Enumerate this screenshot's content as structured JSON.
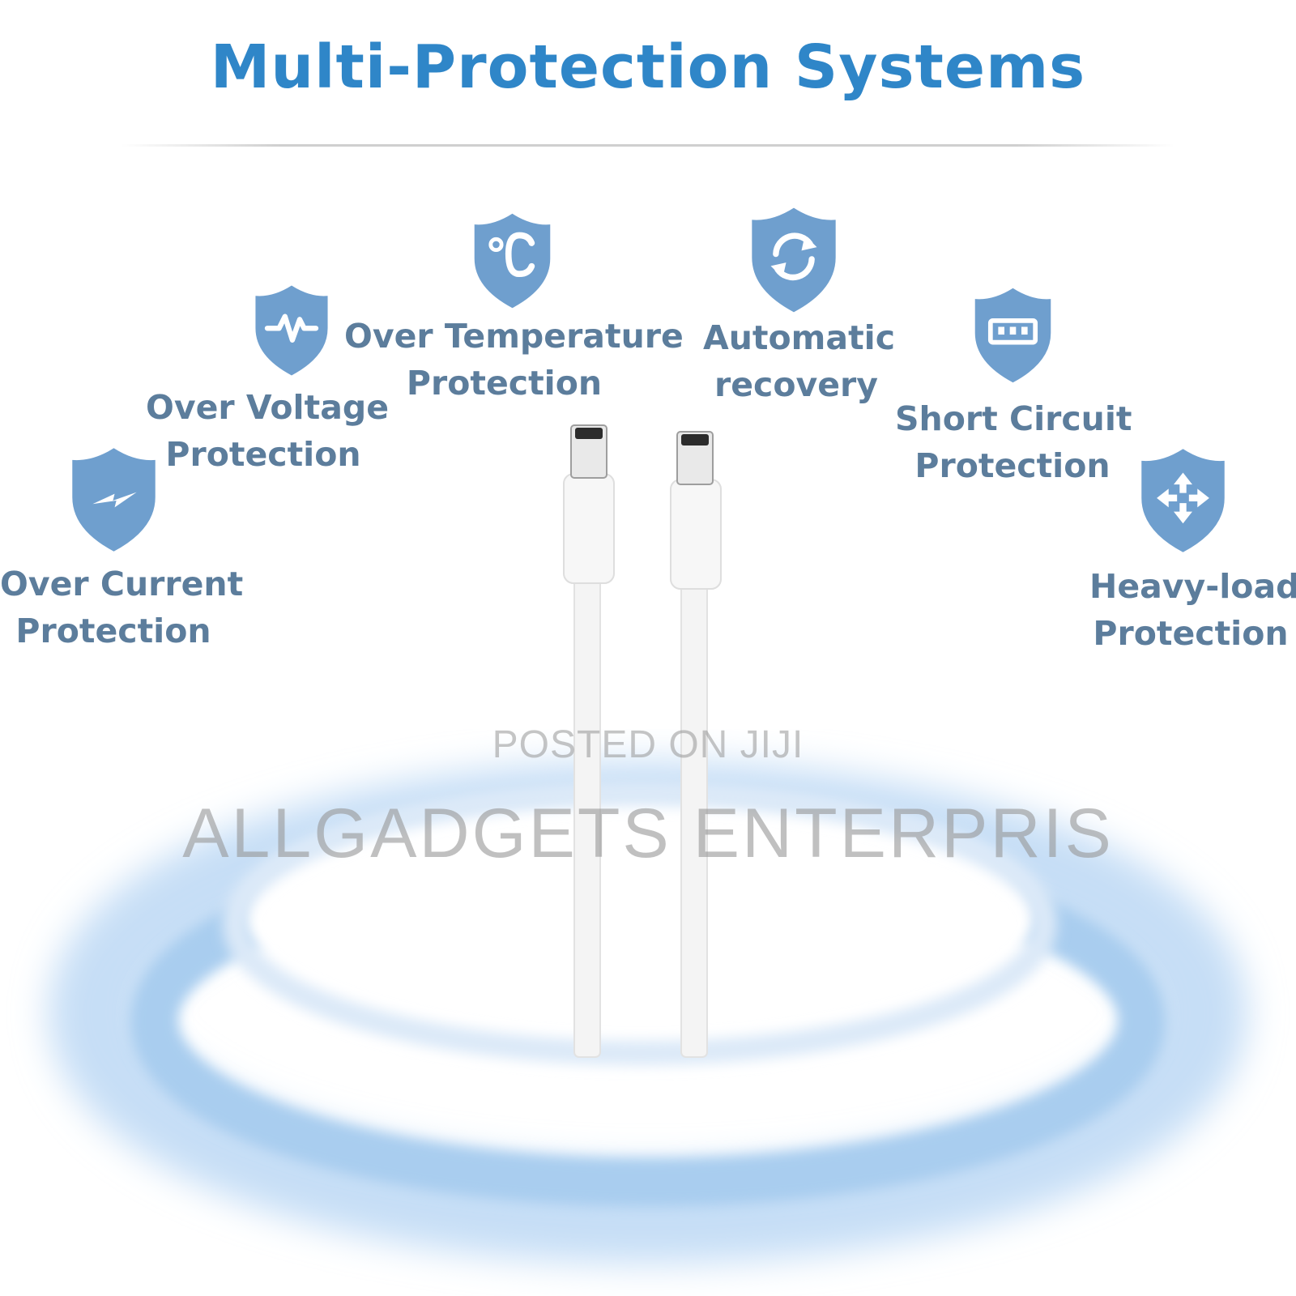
{
  "title": "Multi-Protection Systems",
  "features": [
    {
      "id": "over-current",
      "icon": "lightning-bolt-icon",
      "line1": "Over Current",
      "line2": "Protection"
    },
    {
      "id": "over-voltage",
      "icon": "voltage-wave-icon",
      "line1": "Over Voltage",
      "line2": "Protection"
    },
    {
      "id": "over-temperature",
      "icon": "celsius-icon",
      "line1": "Over Temperature",
      "line2": "Protection"
    },
    {
      "id": "automatic-recovery",
      "icon": "refresh-arrows-icon",
      "line1": "Automatic",
      "line2": "recovery"
    },
    {
      "id": "short-circuit",
      "icon": "connector-icon",
      "line1": "Short Circuit",
      "line2": "Protection"
    },
    {
      "id": "heavy-load",
      "icon": "four-arrows-icon",
      "line1": "Heavy-load",
      "line2": "Protection"
    }
  ],
  "product": "usb-c-cable-pair",
  "watermark": {
    "line1": "POSTED ON JIJI",
    "line2": "ALLGADGETS ENTERPRIS"
  },
  "colors": {
    "title": "#2f86c8",
    "shield": "#6f9fce",
    "label": "#5c7d9c",
    "ring": "#a9cdef"
  }
}
